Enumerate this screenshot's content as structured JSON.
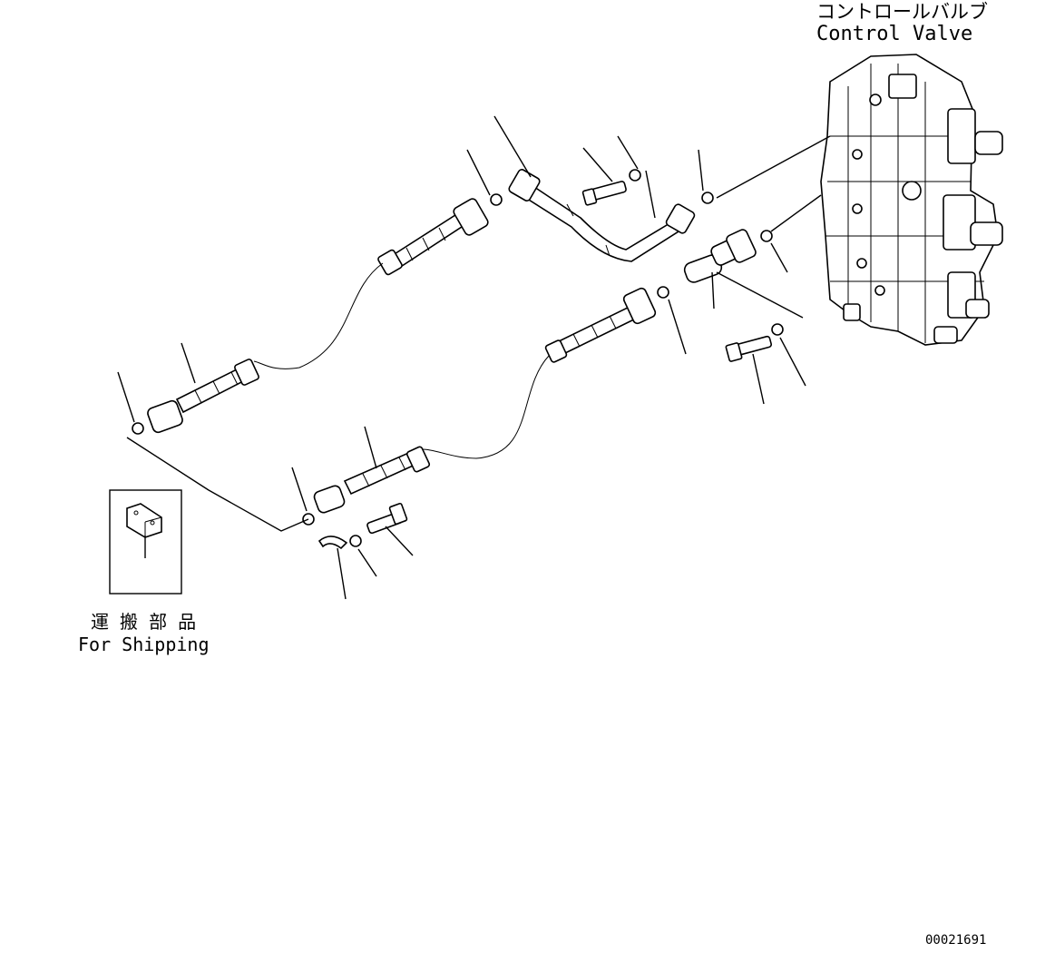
{
  "labels": {
    "control_valve_jp": "コントロールバルブ",
    "control_valve_en": "Control Valve",
    "shipping_jp": "運 搬 部 品",
    "shipping_en": "For Shipping",
    "drawing_number": "00021691"
  },
  "colors": {
    "line": "#000000",
    "background": "#ffffff"
  }
}
